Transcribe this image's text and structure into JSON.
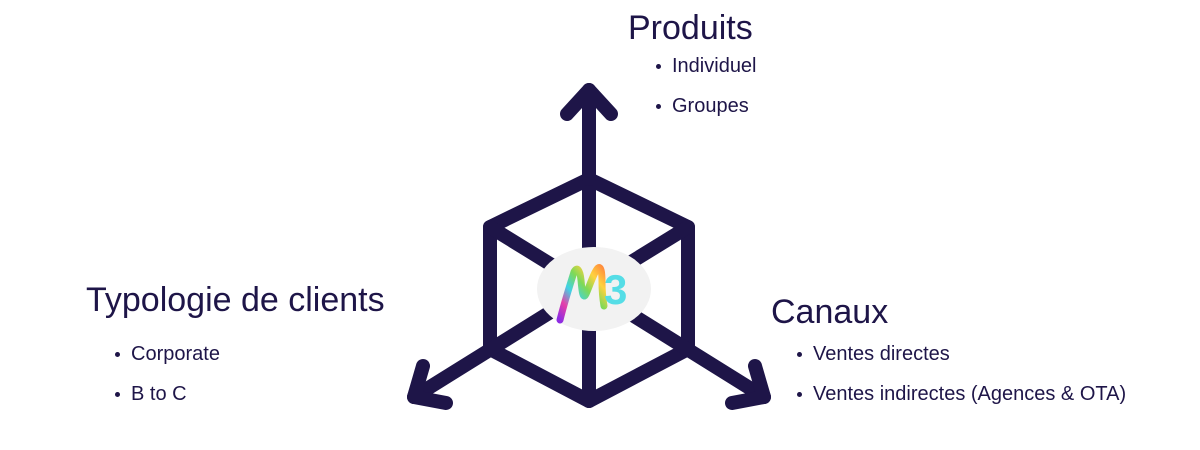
{
  "colors": {
    "stroke": "#1E1548",
    "text": "#1E1548",
    "logo_background": "#F2F2F2",
    "logo_digit": "#55DDE6"
  },
  "logo": {
    "letter": "M",
    "digit": "3",
    "icon": "m3-logo-icon"
  },
  "axes": {
    "produits": {
      "title": "Produits",
      "direction": "up",
      "items": [
        "Individuel",
        "Groupes"
      ]
    },
    "typologie": {
      "title": "Typologie de clients",
      "direction": "down-left",
      "items": [
        "Corporate",
        "B to C"
      ]
    },
    "canaux": {
      "title": "Canaux",
      "direction": "down-right",
      "items": [
        "Ventes directes",
        "Ventes indirectes (Agences & OTA)"
      ]
    }
  }
}
